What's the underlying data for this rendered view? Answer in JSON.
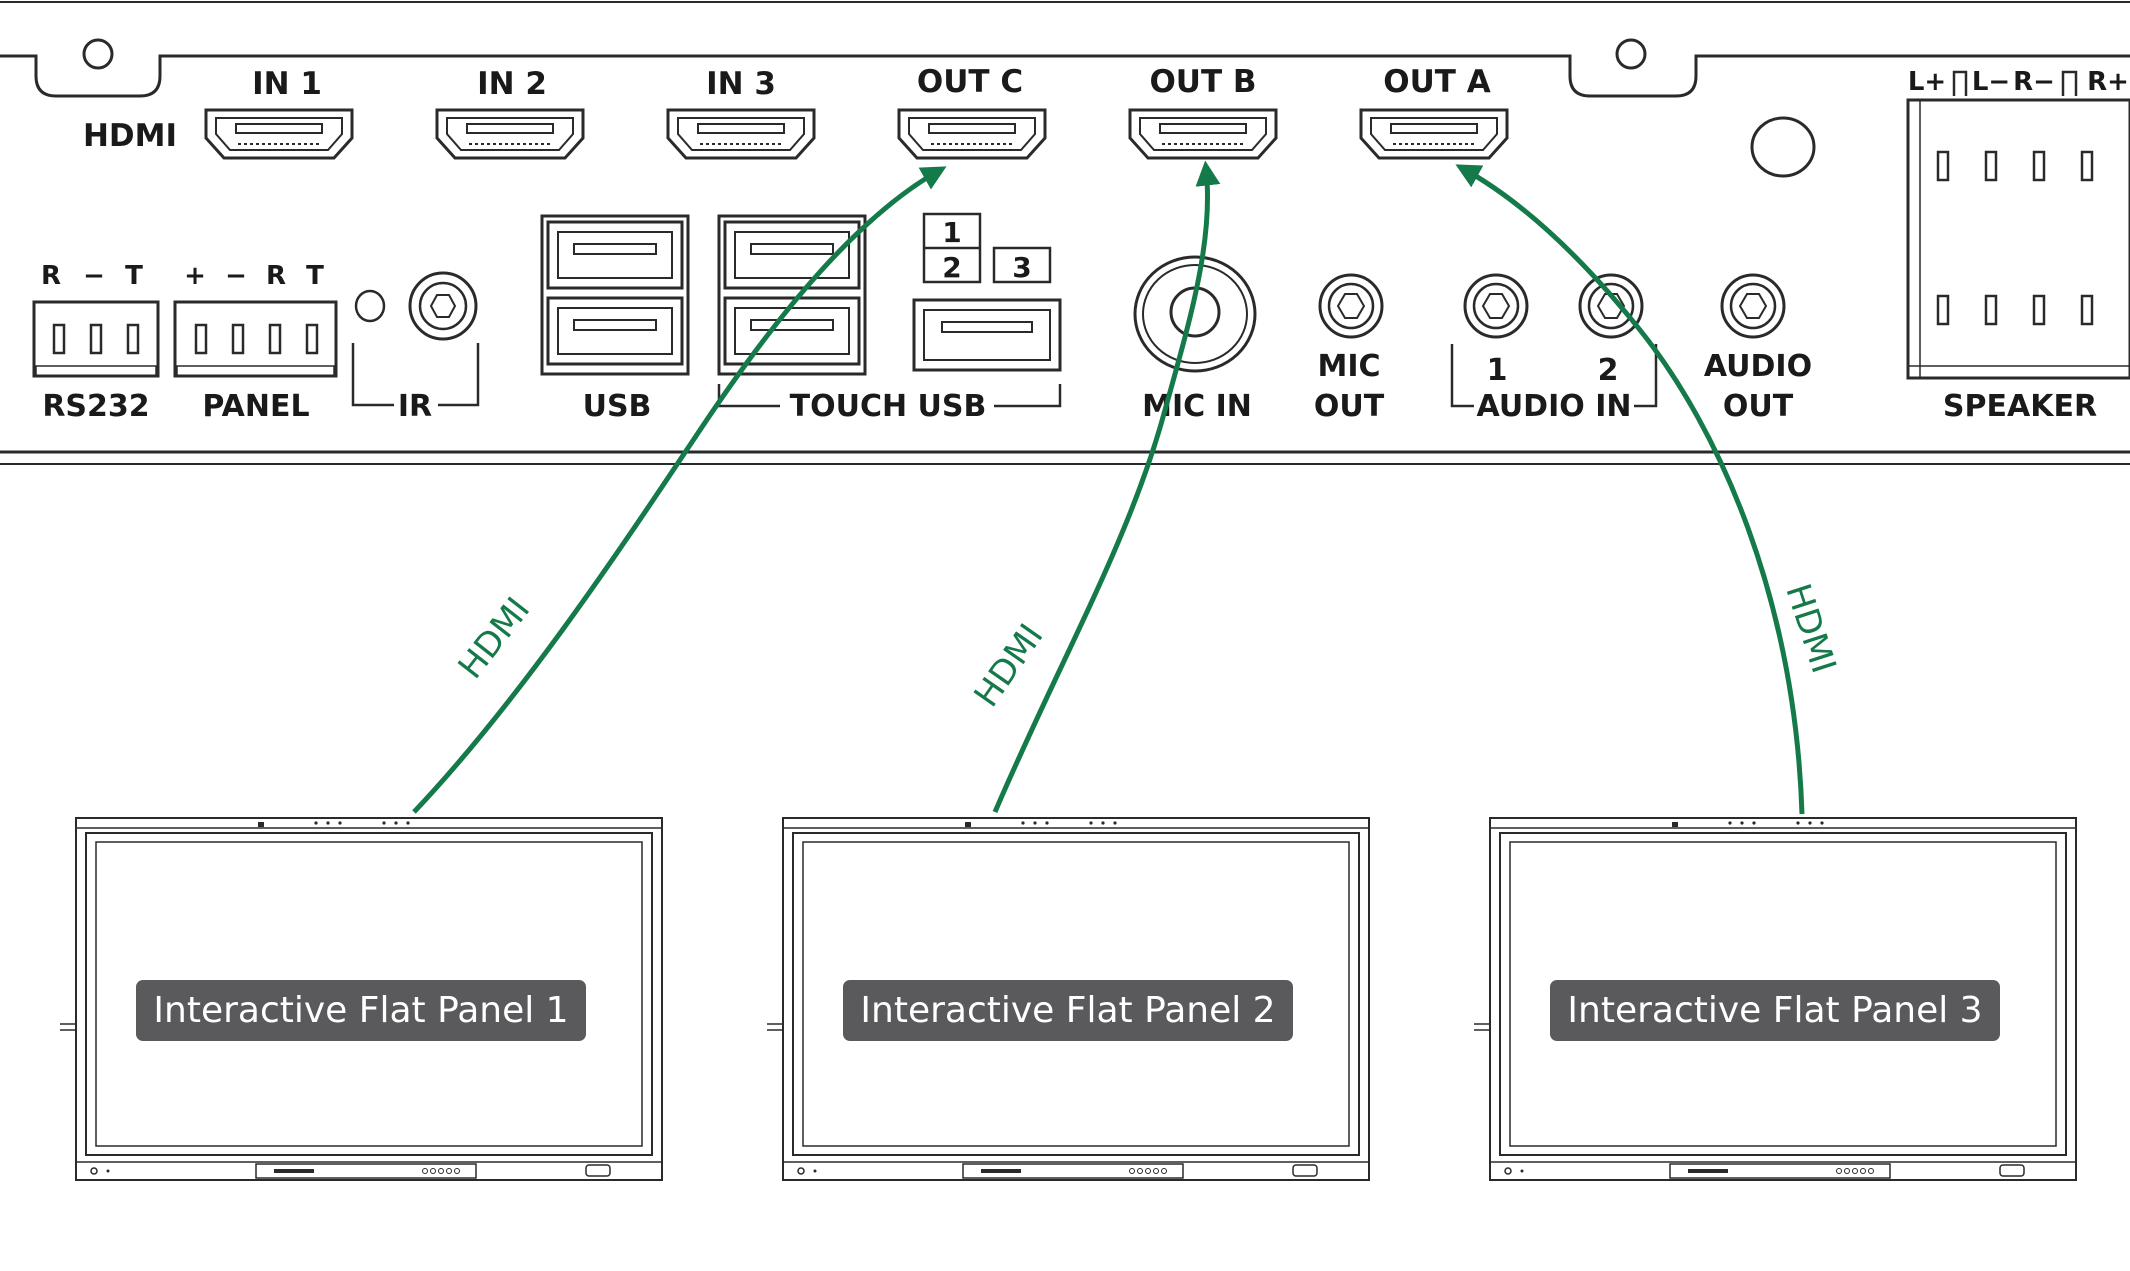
{
  "device": {
    "hdmi_group_label": "HDMI",
    "hdmi_ports": [
      "IN 1",
      "IN 2",
      "IN 3",
      "OUT C",
      "OUT B",
      "OUT A"
    ],
    "rs232": {
      "pins": [
        "R",
        "−",
        "T"
      ],
      "label": "RS232"
    },
    "panel": {
      "pins": [
        "+",
        "−",
        "R",
        "T"
      ],
      "label": "PANEL"
    },
    "ir_label": "IR",
    "usb_label": "USB",
    "touch_usb": {
      "label": "TOUCH USB",
      "port_numbers": [
        "1",
        "2",
        "3"
      ]
    },
    "mic_in_label": "MIC IN",
    "mic_out_label": [
      "MIC",
      "OUT"
    ],
    "audio_in": {
      "label": "AUDIO IN",
      "numbers": [
        "1",
        "2"
      ]
    },
    "audio_out_label": [
      "AUDIO",
      "OUT"
    ],
    "speaker": {
      "pins": [
        "L+",
        "L−",
        "R−",
        "R+"
      ],
      "label": "SPEAKER"
    }
  },
  "panels": [
    {
      "label": "Interactive Flat Panel 1"
    },
    {
      "label": "Interactive Flat Panel 2"
    },
    {
      "label": "Interactive Flat Panel 3"
    }
  ],
  "connections": [
    {
      "from": "Interactive Flat Panel 1",
      "to": "OUT C",
      "cable": "HDMI"
    },
    {
      "from": "Interactive Flat Panel 2",
      "to": "OUT B",
      "cable": "HDMI"
    },
    {
      "from": "Interactive Flat Panel 3",
      "to": "OUT A",
      "cable": "HDMI"
    }
  ],
  "colors": {
    "cable": "#157a4a",
    "line": "#2a2a2a",
    "panel_label_bg": "#5a5a5c"
  }
}
